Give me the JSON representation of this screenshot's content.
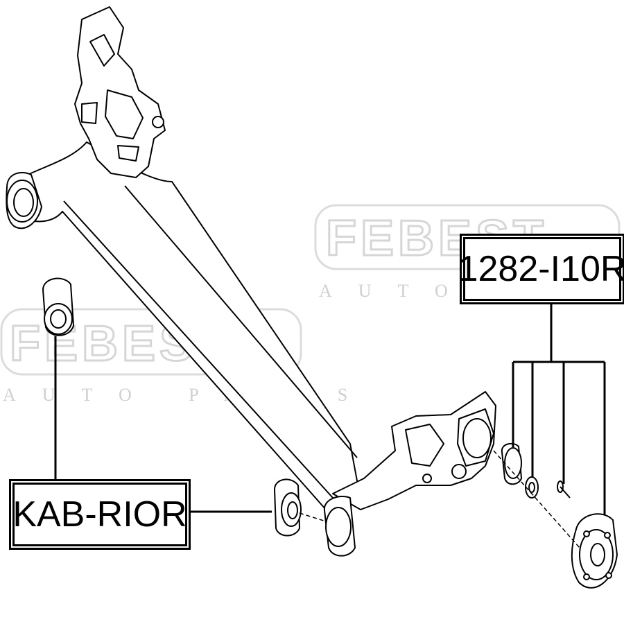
{
  "watermarks": [
    {
      "brand": "FEBEST",
      "sub": "AUTO PARTS"
    },
    {
      "brand": "FEBEST",
      "sub": "AUTO PARTS"
    }
  ],
  "labels": {
    "bushing_part": "KAB-RIOR",
    "hub_part": "1282-I10R"
  },
  "colors": {
    "line": "#000000",
    "watermark": "#d6d6d6",
    "background": "#ffffff"
  }
}
